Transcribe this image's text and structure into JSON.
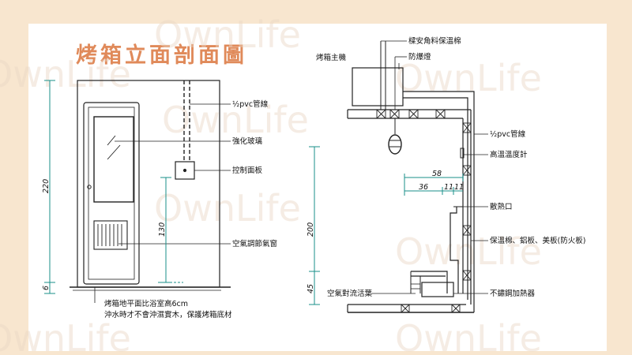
{
  "title": "烤箱立面剖面圖",
  "watermark": "OwnLife",
  "colors": {
    "background": "#f8e6cf",
    "title": "#e08a5a",
    "dimension": "#1a8f8a"
  },
  "left_view": {
    "labels": {
      "pvc": "½pvc管線",
      "glass": "強化玻璃",
      "panel": "控制面板",
      "vent": "空氣調節氣窗"
    },
    "dimensions": {
      "d220": "220",
      "d130": "130",
      "d6": "6"
    },
    "notes": [
      "烤箱地平面比浴室高6cm",
      "沖水時才不會沖濕實木，保護烤箱底材"
    ]
  },
  "right_view": {
    "labels": {
      "host": "烤箱主機",
      "insulation": "樑安角料保溫棉",
      "explosion_lamp": "防爆燈",
      "pvc": "½pvc管線",
      "thermometer": "高溫溫度計",
      "heat_vent": "散熱口",
      "materials": "保溫棉、鋁板、美板(防火板)",
      "louver": "空氣對流活葉",
      "heater": "不鏽鋼加熱器"
    },
    "dimensions": {
      "d58": "58",
      "d36": "36",
      "d11a": "11",
      "d11b": "11",
      "d200": "200",
      "d45": "45"
    }
  }
}
